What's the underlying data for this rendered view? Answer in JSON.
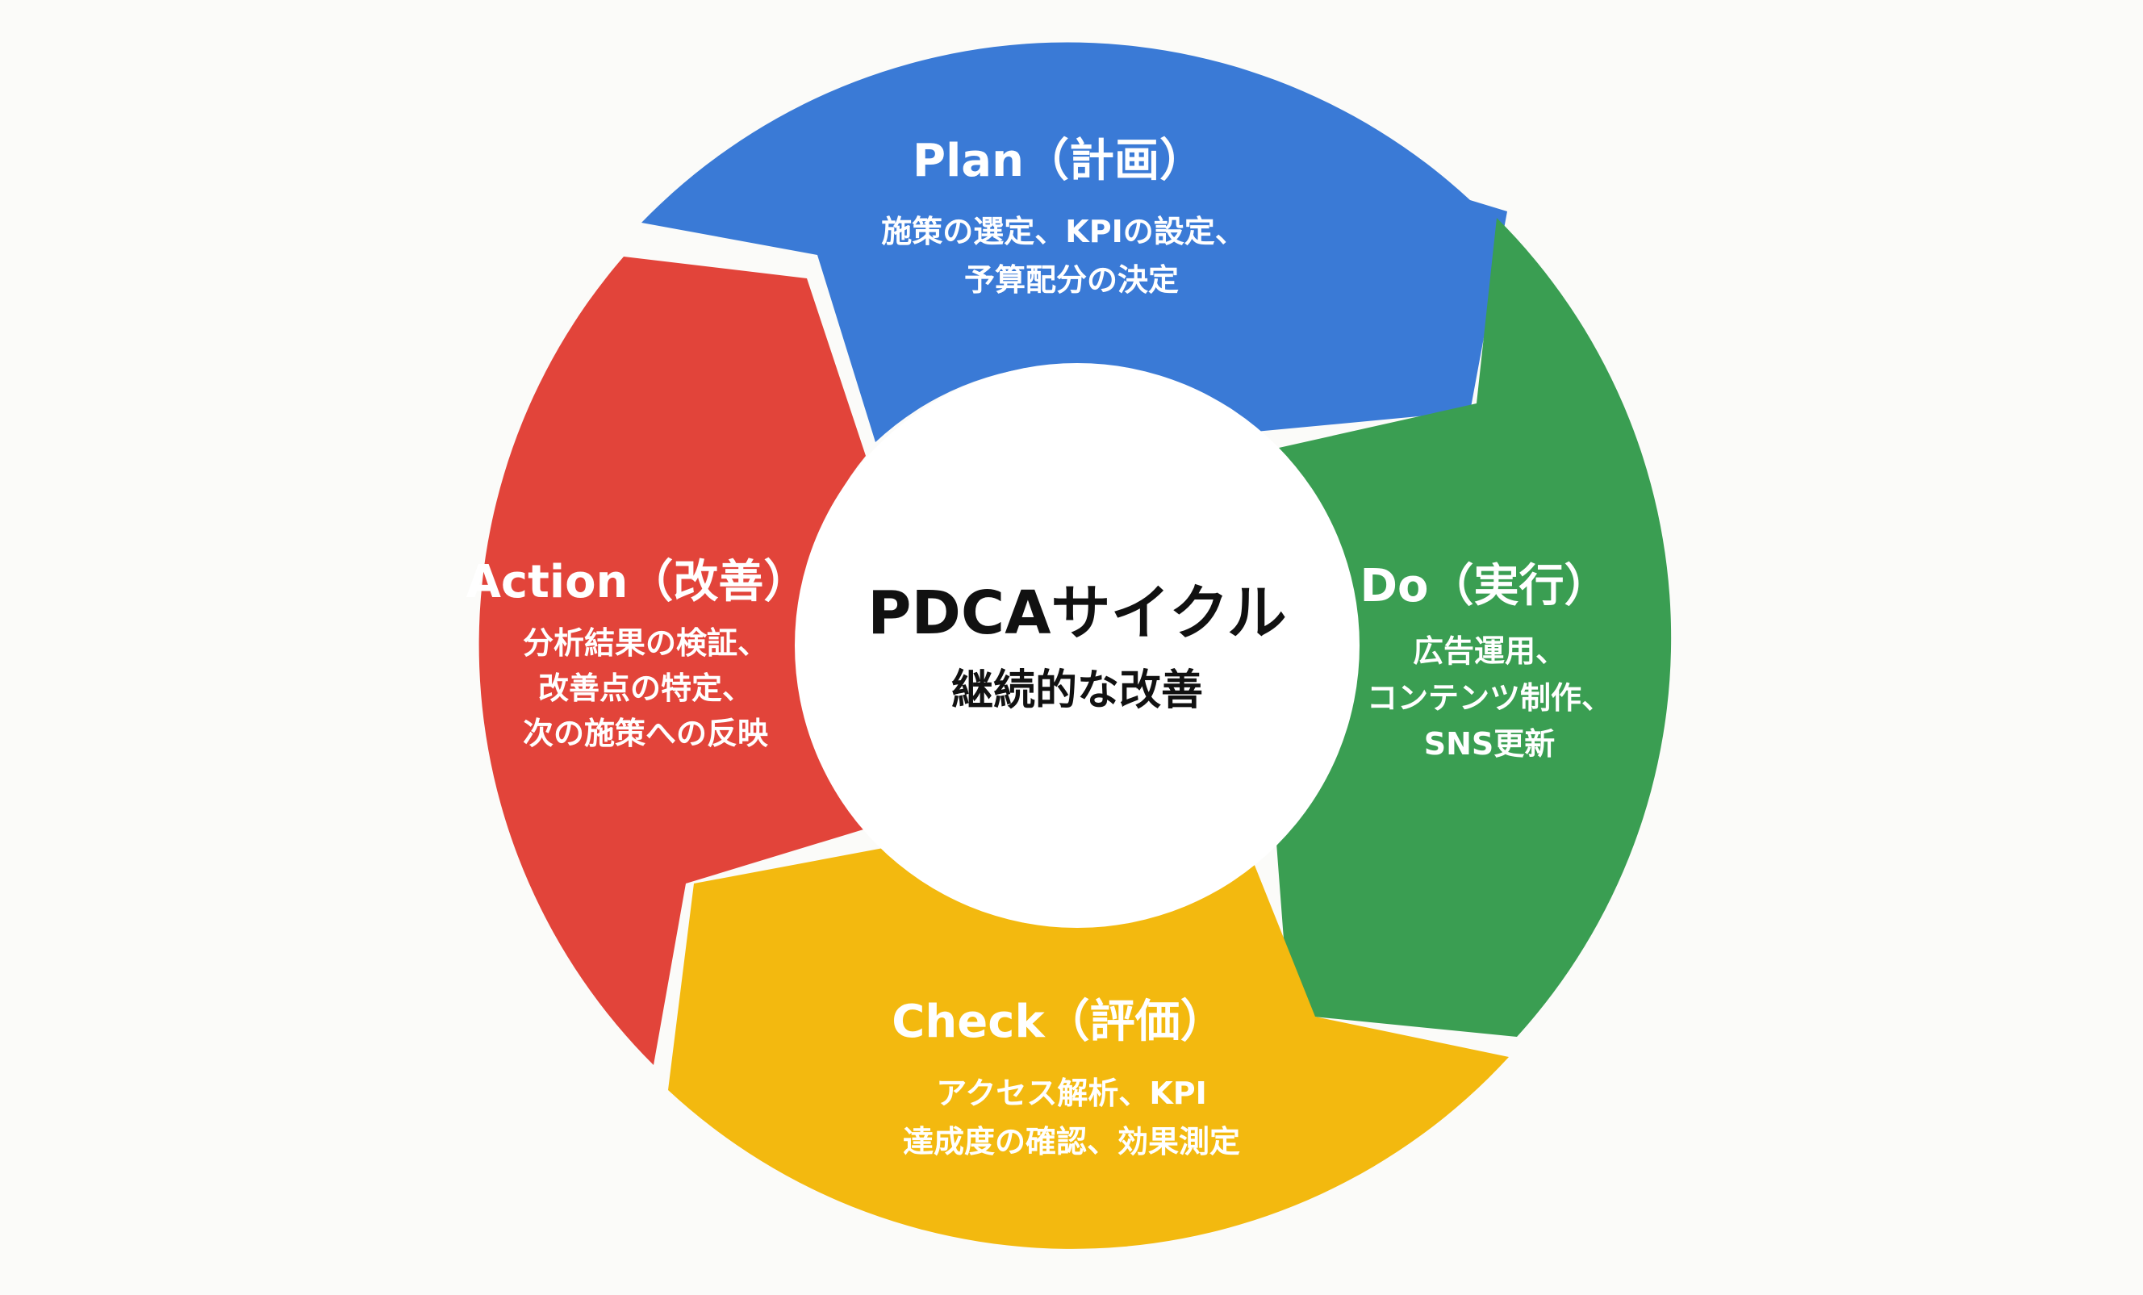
{
  "center": {
    "title": "PDCAサイクル",
    "subtitle": "継続的な改善"
  },
  "segments": [
    {
      "key": "plan",
      "title": "Plan（計画）",
      "lines": [
        "施策の選定、KPIの設定、",
        "予算配分の決定"
      ],
      "color": "#3a7ad6"
    },
    {
      "key": "do",
      "title": "Do（実行）",
      "lines": [
        "広告運用、",
        "コンテンツ制作、",
        "SNS更新"
      ],
      "color": "#3a9e52"
    },
    {
      "key": "check",
      "title": "Check（評価）",
      "lines": [
        "アクセス解析、KPI",
        "達成度の確認、効果測定"
      ],
      "color": "#f3b90f"
    },
    {
      "key": "action",
      "title": "Action（改善）",
      "lines": [
        "分析結果の検証、",
        "改善点の特定、",
        "次の施策への反映"
      ],
      "color": "#e2443a"
    }
  ]
}
